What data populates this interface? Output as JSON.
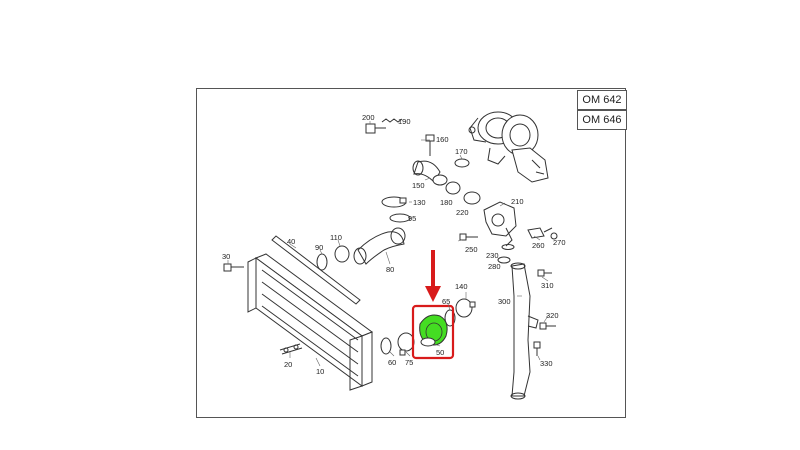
{
  "engine_codes": [
    "OM 642",
    "OM 646"
  ],
  "part_labels": {
    "p10": "10",
    "p20": "20",
    "p30": "30",
    "p40": "40",
    "p50": "50",
    "p60": "60",
    "p65": "65",
    "p75": "75",
    "p80": "80",
    "p90": "90",
    "p95": "95",
    "p110": "110",
    "p130": "130",
    "p140": "140",
    "p150": "150",
    "p160": "160",
    "p170": "170",
    "p180": "180",
    "p190": "190",
    "p200": "200",
    "p210": "210",
    "p220": "220",
    "p230": "230",
    "p250": "250",
    "p260": "260",
    "p270": "270",
    "p280": "280",
    "p300": "300",
    "p310": "310",
    "p320": "320",
    "p330": "330"
  },
  "colors": {
    "highlight_part": "#44dd22",
    "highlight_box": "#d81b1b",
    "arrow": "#d81b1b"
  },
  "highlighted_part_label": "50"
}
